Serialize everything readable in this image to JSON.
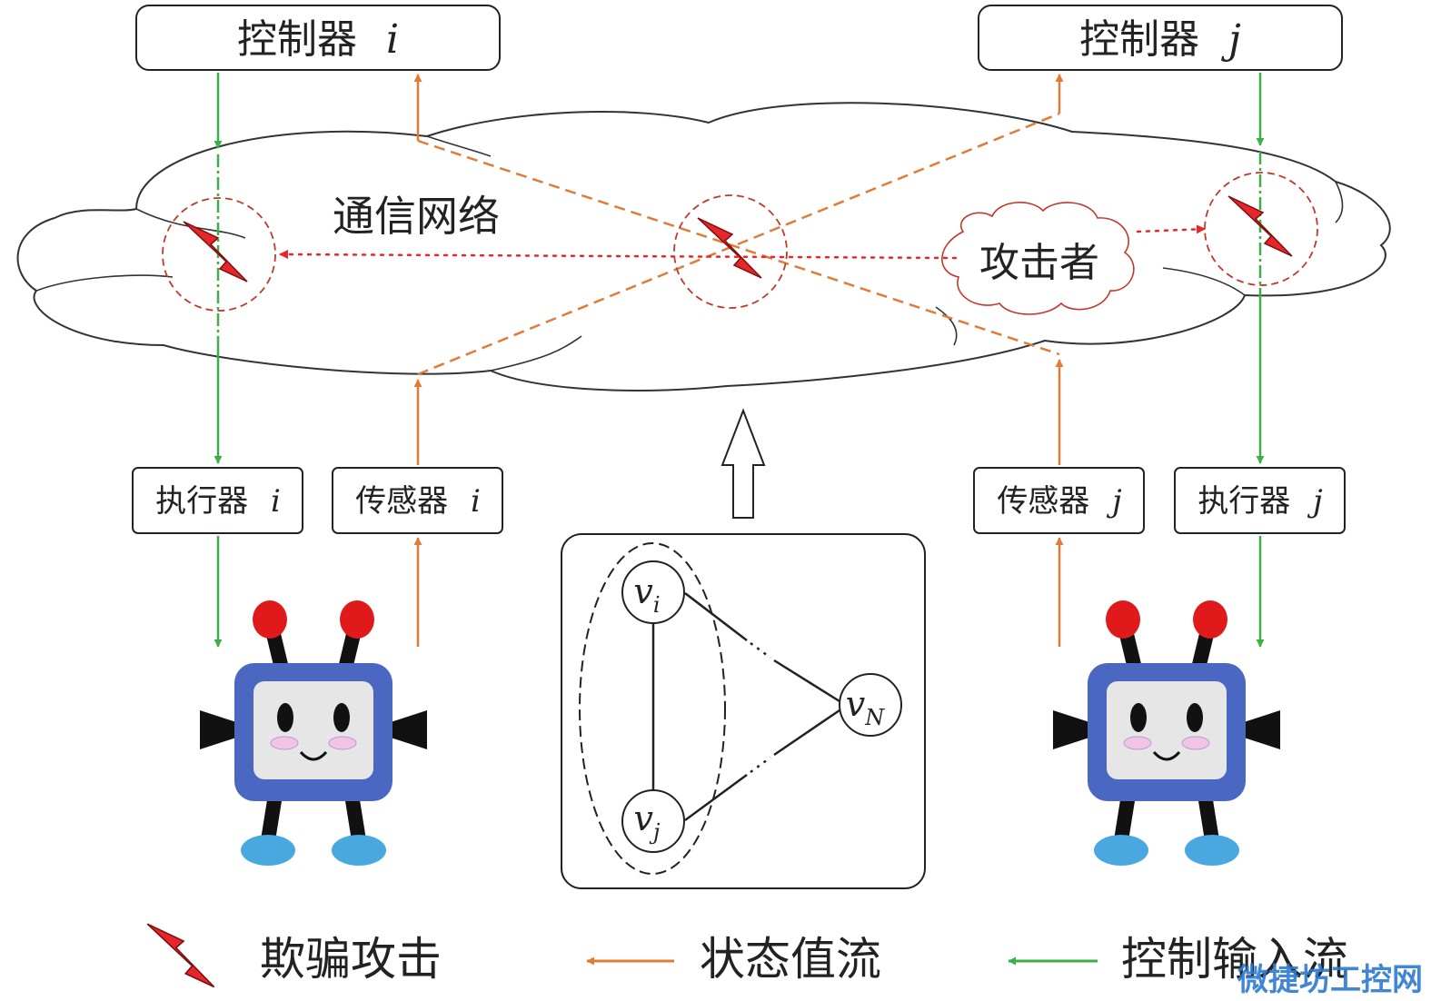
{
  "controllers": {
    "i": {
      "label": "控制器",
      "var": "i"
    },
    "j": {
      "label": "控制器",
      "var": "j"
    }
  },
  "network_label": "通信网络",
  "attacker_label": "攻击者",
  "devices": {
    "actuator_i": {
      "label": "执行器",
      "var": "i"
    },
    "sensor_i": {
      "label": "传感器",
      "var": "i"
    },
    "sensor_j": {
      "label": "传感器",
      "var": "j"
    },
    "actuator_j": {
      "label": "执行器",
      "var": "j"
    }
  },
  "graph_nodes": [
    {
      "base": "v",
      "sub": "i"
    },
    {
      "base": "v",
      "sub": "j"
    },
    {
      "base": "v",
      "sub": "N"
    }
  ],
  "legend": {
    "spoof_attack": "欺骗攻击",
    "state_flow": "状态值流",
    "control_flow": "控制输入流"
  },
  "watermark": "微捷坊工控网",
  "colors": {
    "state_flow": "#e07b39",
    "control_flow": "#3fae49",
    "attack_bolt": "#e8262a",
    "attack_ring": "#c0392b",
    "robot_body": "#4a67c2",
    "robot_screen": "#e6e6e6",
    "robot_antenna_tip": "#e01a1a",
    "robot_foot": "#4aa8e0",
    "robot_cheek": "#f2c4e4"
  }
}
